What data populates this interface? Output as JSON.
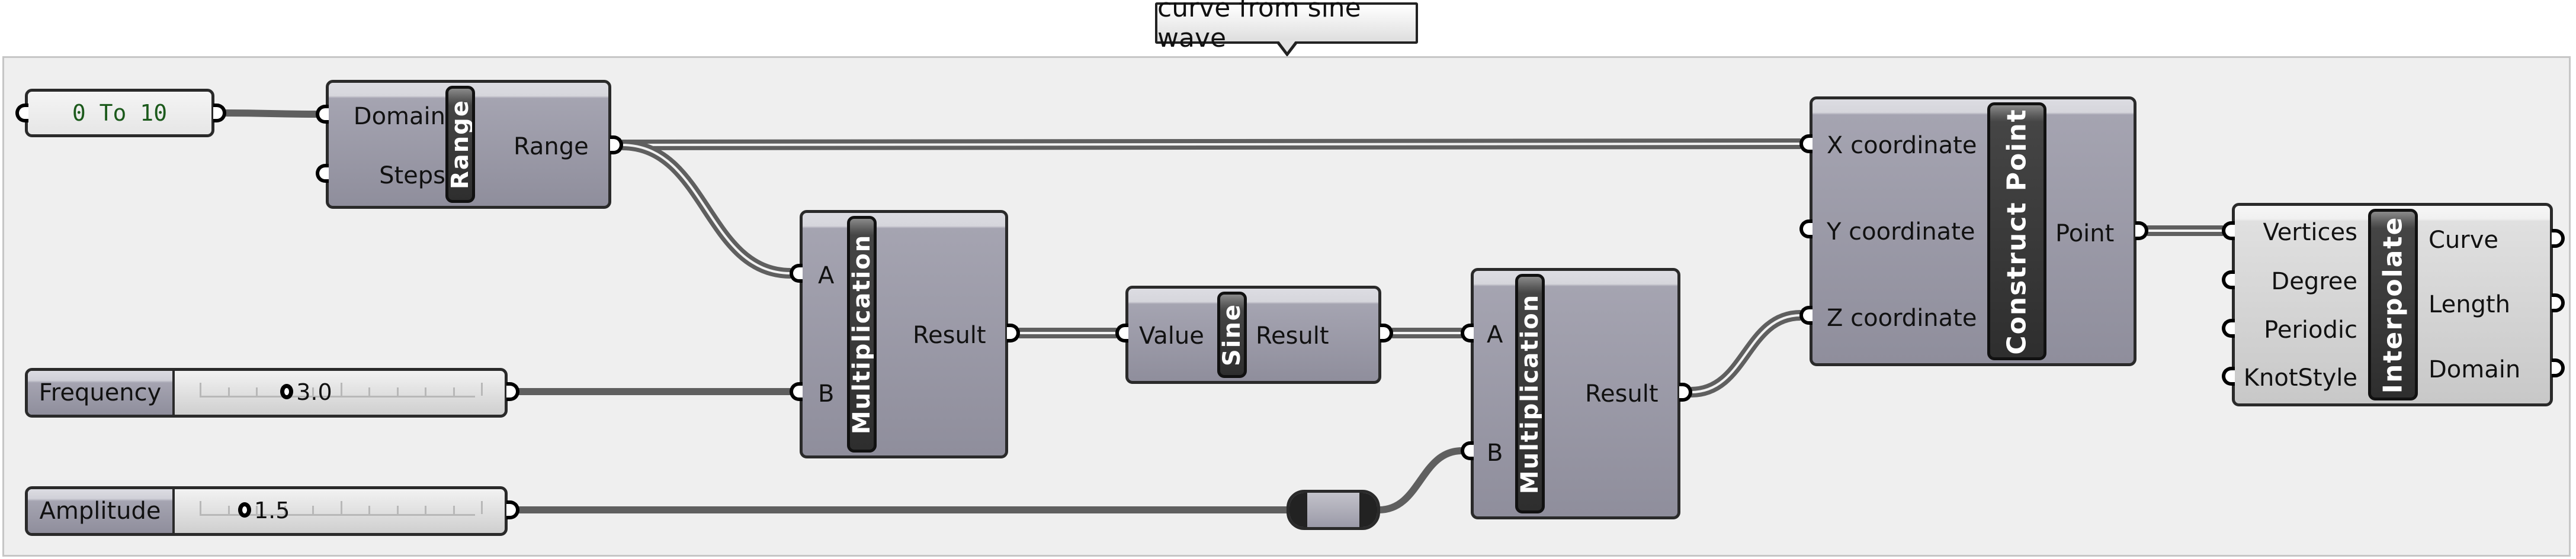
{
  "group": {
    "label": "curve from sine wave"
  },
  "panel": {
    "value": "0 To 10"
  },
  "sliders": [
    {
      "name": "Frequency",
      "value": "3.0",
      "fraction": 0.31
    },
    {
      "name": "Amplitude",
      "value": "1.5",
      "fraction": 0.16
    }
  ],
  "nodes": {
    "range": {
      "title": "Range",
      "inputs": [
        "Domain",
        "Steps"
      ],
      "outputs": [
        "Range"
      ]
    },
    "mult1": {
      "title": "Multiplication",
      "inputs": [
        "A",
        "B"
      ],
      "outputs": [
        "Result"
      ]
    },
    "sine": {
      "title": "Sine",
      "inputs": [
        "Value"
      ],
      "outputs": [
        "Result"
      ]
    },
    "mult2": {
      "title": "Multiplication",
      "inputs": [
        "A",
        "B"
      ],
      "outputs": [
        "Result"
      ]
    },
    "construct_point": {
      "title": "Construct Point",
      "inputs": [
        "X coordinate",
        "Y coordinate",
        "Z coordinate"
      ],
      "outputs": [
        "Point"
      ]
    },
    "interpolate": {
      "title": "Interpolate",
      "inputs": [
        "Vertices",
        "Degree",
        "Periodic",
        "KnotStyle"
      ],
      "outputs": [
        "Curve",
        "Length",
        "Domain"
      ]
    }
  },
  "colors": {
    "canvas": "#efefef",
    "node_fill": "#a5a4b1",
    "wire": "#5f5f5f",
    "panel_text": "#1c5a1c"
  }
}
